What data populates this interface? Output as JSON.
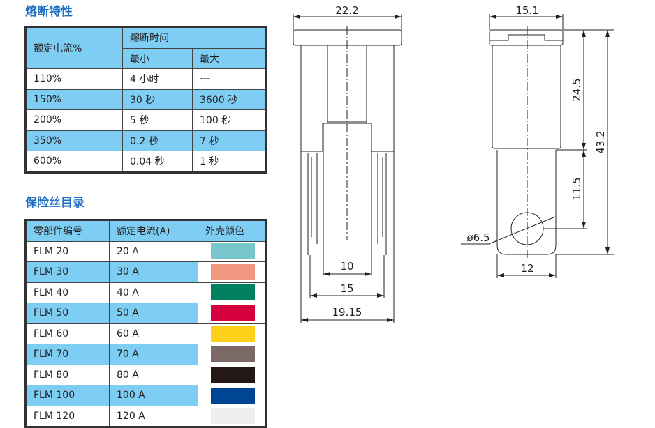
{
  "fuse_characteristics": {
    "title": "熔断特性",
    "header": {
      "rated_current": "额定电流%",
      "fuse_time": "熔断时间",
      "min": "最小",
      "max": "最大"
    },
    "rows": [
      {
        "pct": "110%",
        "min": "4 小时",
        "max": "---"
      },
      {
        "pct": "150%",
        "min": "30 秒",
        "max": "3600 秒"
      },
      {
        "pct": "200%",
        "min": "5 秒",
        "max": "100 秒"
      },
      {
        "pct": "350%",
        "min": "0.2 秒",
        "max": "7 秒"
      },
      {
        "pct": "600%",
        "min": "0.04 秒",
        "max": "1 秒"
      }
    ]
  },
  "catalog": {
    "title": "保险丝目录",
    "header": {
      "part": "零部件编号",
      "current": "额定电流(A)",
      "color": "外壳颜色"
    },
    "rows": [
      {
        "part": "FLM 20",
        "current": "20 A",
        "color": "#76c6cc"
      },
      {
        "part": "FLM 30",
        "current": "30 A",
        "color": "#f09880"
      },
      {
        "part": "FLM 40",
        "current": "40 A",
        "color": "#00805e"
      },
      {
        "part": "FLM 50",
        "current": "50 A",
        "color": "#d6003f"
      },
      {
        "part": "FLM 60",
        "current": "60 A",
        "color": "#fdd01a"
      },
      {
        "part": "FLM 70",
        "current": "70 A",
        "color": "#7a6965"
      },
      {
        "part": "FLM 80",
        "current": "80 A",
        "color": "#231816"
      },
      {
        "part": "FLM 100",
        "current": "100 A",
        "color": "#004593"
      },
      {
        "part": "FLM 120",
        "current": "120 A",
        "color": "#eeeff0"
      }
    ]
  },
  "drawing": {
    "front": {
      "width_top": "22.2",
      "blade_inner": "10",
      "pin_span": "15",
      "body_width": "19.15"
    },
    "side": {
      "width_top": "15.1",
      "body_height": "24.5",
      "total_height": "43.2",
      "tab_height": "11.5",
      "hole_diameter": "ø6.5",
      "tab_width": "12"
    }
  }
}
